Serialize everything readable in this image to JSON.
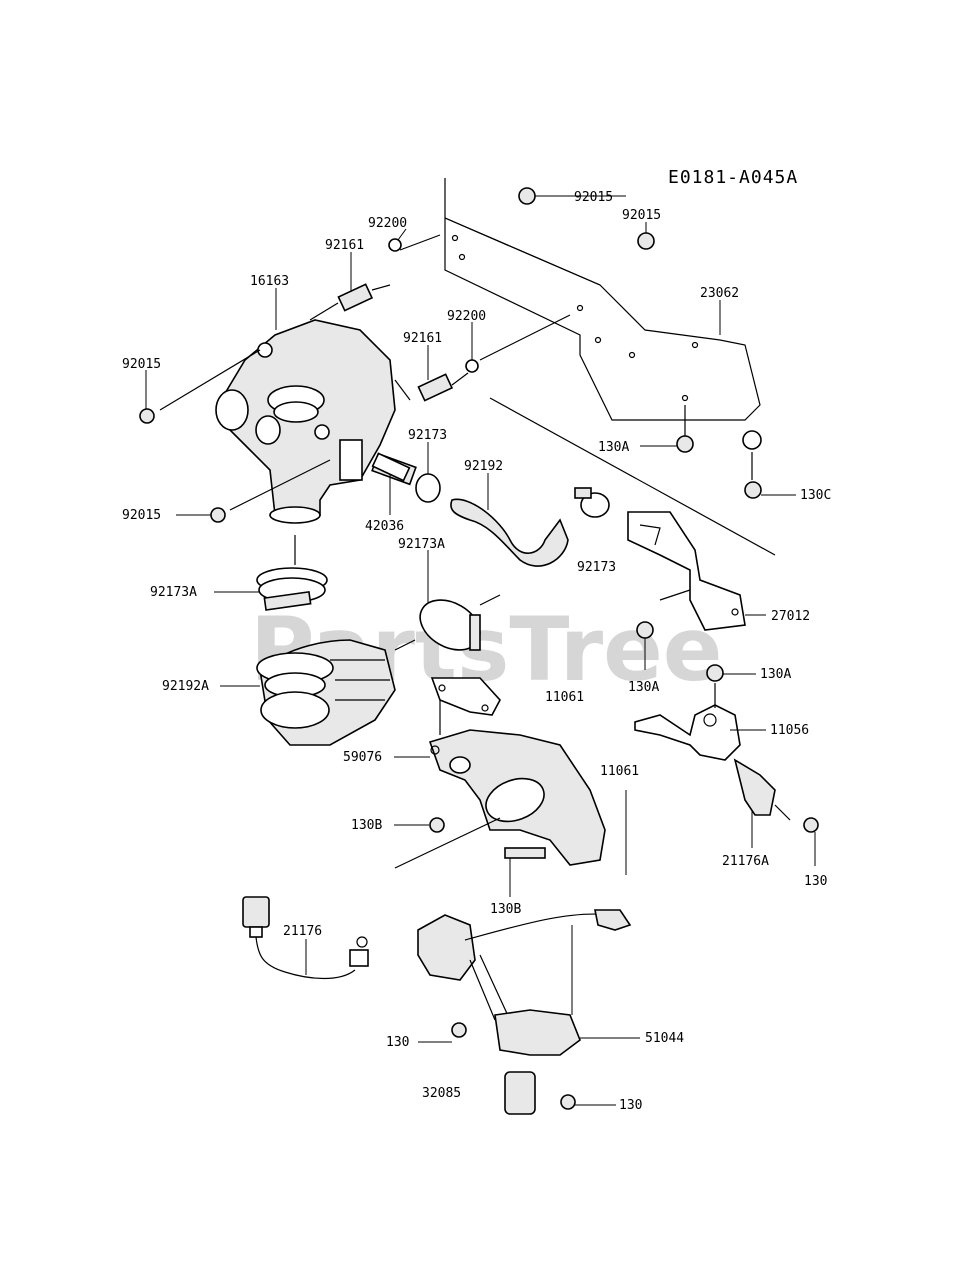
{
  "diagram_code": "E0181-A045A",
  "watermark": "PartsTree",
  "parts": [
    {
      "id": "p-92015-a",
      "label": "92015"
    },
    {
      "id": "p-92015-b",
      "label": "92015"
    },
    {
      "id": "p-92015-c",
      "label": "92015"
    },
    {
      "id": "p-92015-d",
      "label": "92015"
    },
    {
      "id": "p-92200-a",
      "label": "92200"
    },
    {
      "id": "p-92200-b",
      "label": "92200"
    },
    {
      "id": "p-92161-a",
      "label": "92161"
    },
    {
      "id": "p-92161-b",
      "label": "92161"
    },
    {
      "id": "p-16163",
      "label": "16163"
    },
    {
      "id": "p-23062",
      "label": "23062"
    },
    {
      "id": "p-130a-a",
      "label": "130A"
    },
    {
      "id": "p-130c",
      "label": "130C"
    },
    {
      "id": "p-92173-a",
      "label": "92173"
    },
    {
      "id": "p-92192",
      "label": "92192"
    },
    {
      "id": "p-42036",
      "label": "42036"
    },
    {
      "id": "p-92173a-a",
      "label": "92173A"
    },
    {
      "id": "p-92173-b",
      "label": "92173"
    },
    {
      "id": "p-92173a-b",
      "label": "92173A"
    },
    {
      "id": "p-27012",
      "label": "27012"
    },
    {
      "id": "p-130a-b",
      "label": "130A"
    },
    {
      "id": "p-130a-c",
      "label": "130A"
    },
    {
      "id": "p-92192a",
      "label": "92192A"
    },
    {
      "id": "p-11061-a",
      "label": "11061"
    },
    {
      "id": "p-11056",
      "label": "11056"
    },
    {
      "id": "p-59076",
      "label": "59076"
    },
    {
      "id": "p-11061-b",
      "label": "11061"
    },
    {
      "id": "p-130b-a",
      "label": "130B"
    },
    {
      "id": "p-21176a",
      "label": "21176A"
    },
    {
      "id": "p-130-a",
      "label": "130"
    },
    {
      "id": "p-130b-b",
      "label": "130B"
    },
    {
      "id": "p-21176",
      "label": "21176"
    },
    {
      "id": "p-130-b",
      "label": "130"
    },
    {
      "id": "p-51044",
      "label": "51044"
    },
    {
      "id": "p-32085",
      "label": "32085"
    },
    {
      "id": "p-130-c",
      "label": "130"
    }
  ]
}
